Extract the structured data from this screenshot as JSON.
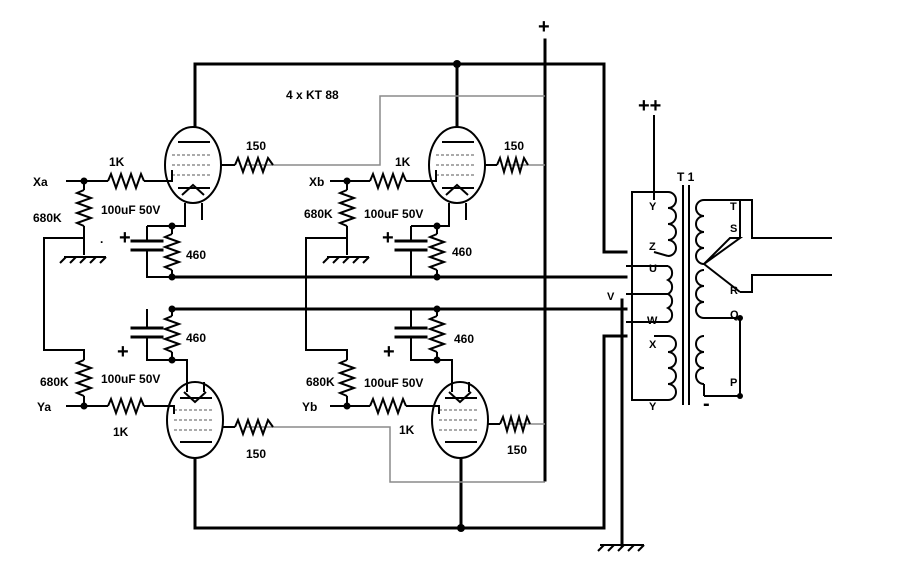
{
  "title": "4 x KT 88",
  "supply": {
    "plus": "+",
    "plus_plus": "++",
    "minus": "-"
  },
  "inputs": [
    "Xa",
    "Xb",
    "Ya",
    "Yb"
  ],
  "components": {
    "grid_resistor": "1K",
    "grid_leak": "680K",
    "cap": "100uF 50V",
    "cap_polarity": "+",
    "cathode_resistor": "460",
    "screen_resistor": "150",
    "input_dot": "."
  },
  "transformer": {
    "name": "T 1",
    "primary_pins": [
      "Y",
      "Z",
      "U",
      "V",
      "W",
      "X",
      "Y"
    ],
    "secondary_pins": [
      "T",
      "S",
      "R",
      "Q",
      "P"
    ]
  }
}
